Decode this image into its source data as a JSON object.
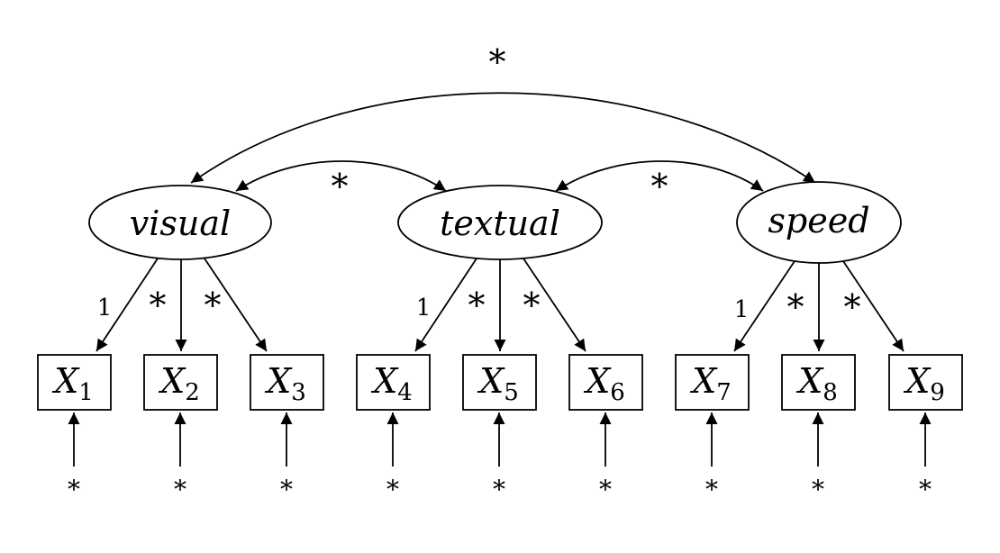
{
  "latent": [
    {
      "id": "visual",
      "label": "visual"
    },
    {
      "id": "textual",
      "label": "textual"
    },
    {
      "id": "speed",
      "label": "speed"
    }
  ],
  "observed": [
    {
      "id": "X1",
      "base": "X",
      "sub": "1",
      "factor": "visual",
      "loading": "1",
      "error": "*"
    },
    {
      "id": "X2",
      "base": "X",
      "sub": "2",
      "factor": "visual",
      "loading": "*",
      "error": "*"
    },
    {
      "id": "X3",
      "base": "X",
      "sub": "3",
      "factor": "visual",
      "loading": "*",
      "error": "*"
    },
    {
      "id": "X4",
      "base": "X",
      "sub": "4",
      "factor": "textual",
      "loading": "1",
      "error": "*"
    },
    {
      "id": "X5",
      "base": "X",
      "sub": "5",
      "factor": "textual",
      "loading": "*",
      "error": "*"
    },
    {
      "id": "X6",
      "base": "X",
      "sub": "6",
      "factor": "textual",
      "loading": "*",
      "error": "*"
    },
    {
      "id": "X7",
      "base": "X",
      "sub": "7",
      "factor": "speed",
      "loading": "1",
      "error": "*"
    },
    {
      "id": "X8",
      "base": "X",
      "sub": "8",
      "factor": "speed",
      "loading": "*",
      "error": "*"
    },
    {
      "id": "X9",
      "base": "X",
      "sub": "9",
      "factor": "speed",
      "loading": "*",
      "error": "*"
    }
  ],
  "covariances": [
    {
      "from": "visual",
      "to": "speed",
      "label": "*"
    },
    {
      "from": "visual",
      "to": "textual",
      "label": "*"
    },
    {
      "from": "textual",
      "to": "speed",
      "label": "*"
    }
  ]
}
